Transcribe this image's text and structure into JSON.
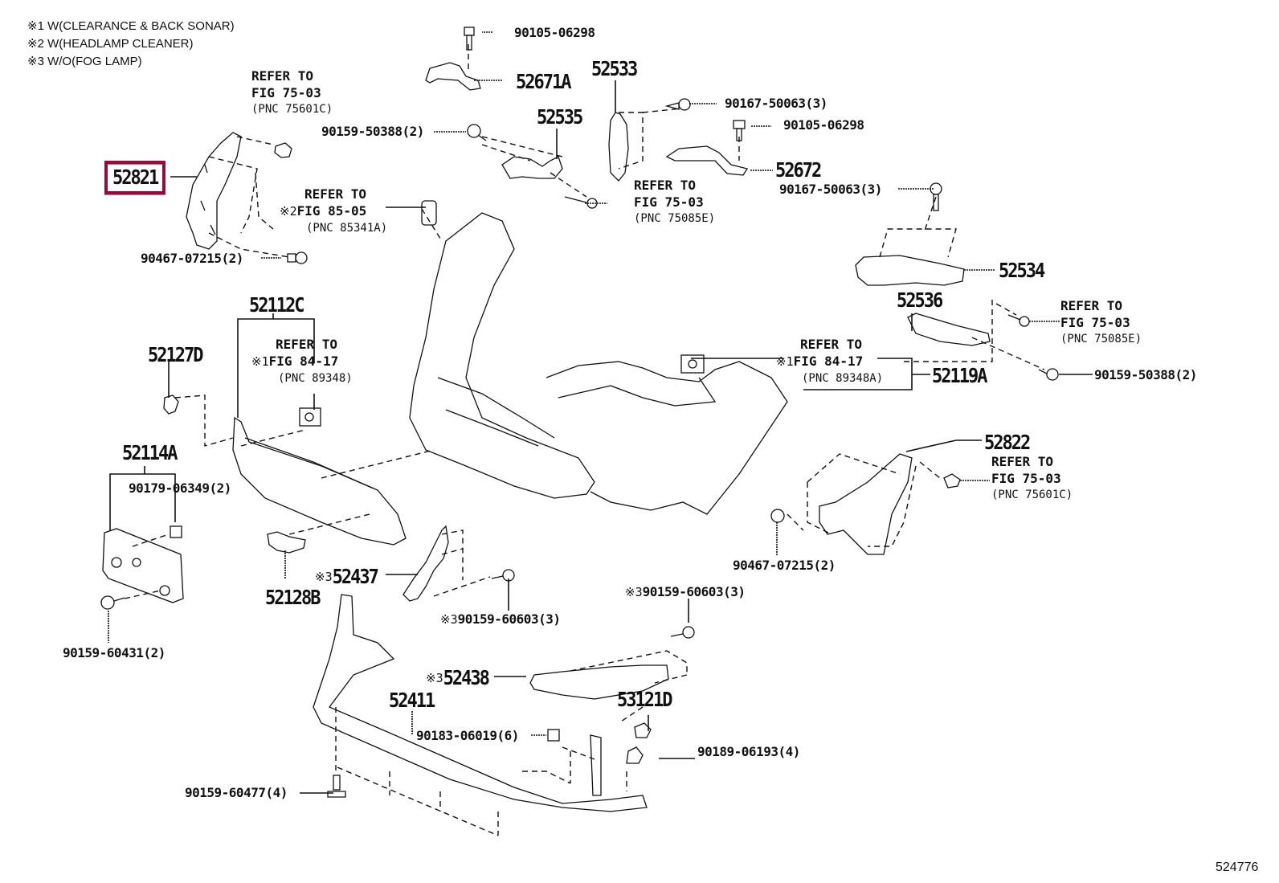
{
  "notes": [
    "※1 W(CLEARANCE & BACK SONAR)",
    "※2 W(HEADLAMP CLEANER)",
    "※3 W/O(FOG LAMP)"
  ],
  "highlight_color": "#8b1138",
  "selected_part": "52821",
  "parts": {
    "p52821": "52821",
    "p90105_06298_a": "90105-06298",
    "p52671A": "52671A",
    "p52533": "52533",
    "p90167_50063_a": "90167-50063(3)",
    "p90105_06298_b": "90105-06298",
    "p52535": "52535",
    "p90159_50388_a": "90159-50388(2)",
    "p52672": "52672",
    "p90167_50063_b": "90167-50063(3)",
    "p90467_07215_a": "90467-07215(2)",
    "p52534": "52534",
    "p52536": "52536",
    "p52112C": "52112C",
    "p52127D": "52127D",
    "p52119A": "52119A",
    "p90159_50388_b": "90159-50388(2)",
    "p52114A": "52114A",
    "p90179_06349": "90179-06349(2)",
    "p52822": "52822",
    "p90467_07215_b": "90467-07215(2)",
    "p52437": "52437",
    "p52128B": "52128B",
    "p90159_60603_a": "90159-60603(3)",
    "p90159_60603_b": "90159-60603(3)",
    "p90159_60431": "90159-60431(2)",
    "p52438": "52438",
    "p52411": "52411",
    "p53121D": "53121D",
    "p90183_06019": "90183-06019(6)",
    "p90189_06193": "90189-06193(4)",
    "p90159_60477": "90159-60477(4)"
  },
  "marks": {
    "m1": "※1",
    "m2": "※2",
    "m3": "※3"
  },
  "refs": {
    "r1": {
      "line1": "REFER TO",
      "line2": "FIG 75-03",
      "line3": "(PNC 75601C)"
    },
    "r2": {
      "line1": "REFER TO",
      "line2": "FIG 75-03",
      "line3": "(PNC 75085E)"
    },
    "r3": {
      "line1": "REFER TO",
      "line2": "FIG 85-05",
      "line3": "(PNC 85341A)"
    },
    "r4": {
      "line1": "REFER TO",
      "line2": "FIG 75-03",
      "line3": "(PNC 75085E)"
    },
    "r5": {
      "line1": "REFER TO",
      "line2": "FIG 84-17",
      "line3": "(PNC 89348)"
    },
    "r6": {
      "line1": "REFER TO",
      "line2": "FIG 84-17",
      "line3": "(PNC 89348A)"
    },
    "r7": {
      "line1": "REFER TO",
      "line2": "FIG 75-03",
      "line3": "(PNC 75601C)"
    }
  },
  "illustration_id": "524776"
}
